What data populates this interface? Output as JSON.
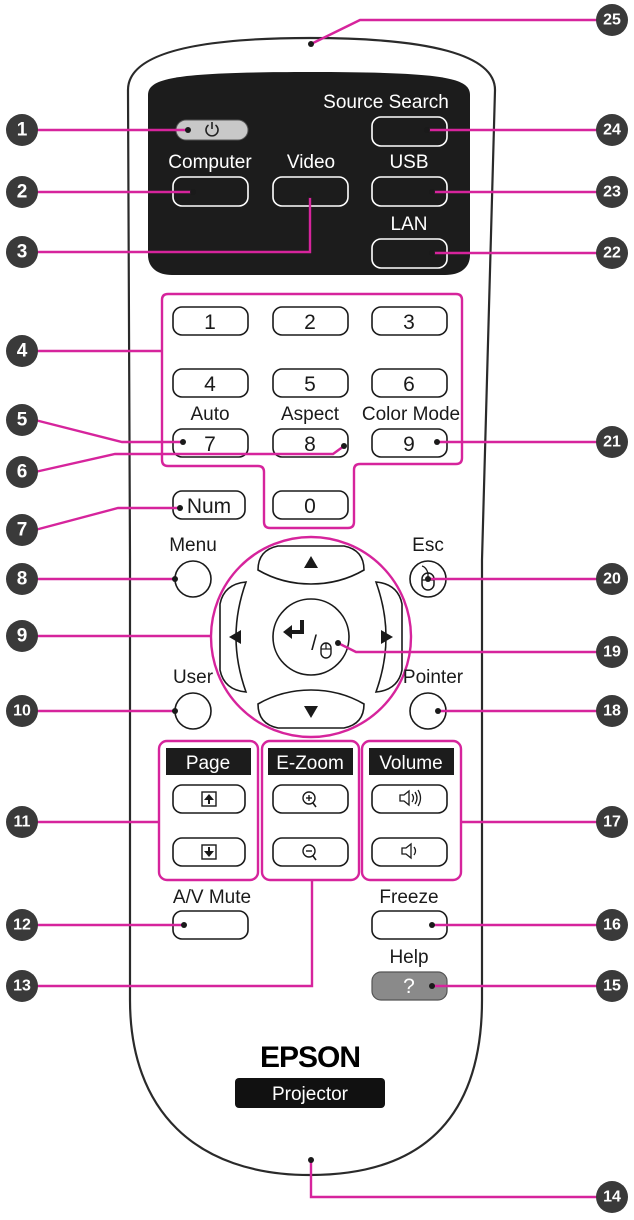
{
  "accent_color": "#d6249c",
  "callout_color": "#3a3a3a",
  "buttons": {
    "source_search": "Source Search",
    "computer": "Computer",
    "video": "Video",
    "usb": "USB",
    "lan": "LAN",
    "num_1": "1",
    "num_2": "2",
    "num_3": "3",
    "num_4": "4",
    "num_5": "5",
    "num_6": "6",
    "num_7": "7",
    "num_8": "8",
    "num_9": "9",
    "num_0": "0",
    "auto": "Auto",
    "aspect": "Aspect",
    "color_mode": "Color Mode",
    "num": "Num",
    "menu": "Menu",
    "esc": "Esc",
    "user": "User",
    "pointer": "Pointer",
    "page": "Page",
    "ezoom": "E-Zoom",
    "volume": "Volume",
    "av_mute": "A/V Mute",
    "freeze": "Freeze",
    "help": "Help",
    "help_key": "?",
    "enter_slash": "/"
  },
  "brand": {
    "logo": "EPSON",
    "badge": "Projector"
  },
  "callouts": [
    "1",
    "2",
    "3",
    "4",
    "5",
    "6",
    "7",
    "8",
    "9",
    "10",
    "11",
    "12",
    "13",
    "14",
    "15",
    "16",
    "17",
    "18",
    "19",
    "20",
    "21",
    "22",
    "23",
    "24",
    "25"
  ]
}
